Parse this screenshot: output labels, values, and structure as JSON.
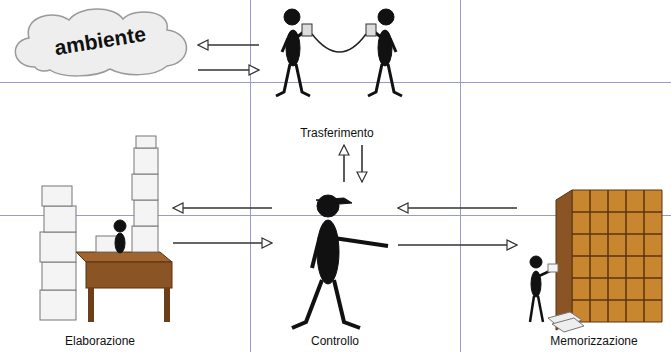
{
  "diagram": {
    "nodes": [
      {
        "text": [
          "ambiente"
        ]
      },
      {
        "text": [
          "Trasferimento"
        ]
      },
      {
        "text": [
          "Elaborazione"
        ]
      },
      {
        "text": [
          "Controllo"
        ]
      },
      {
        "text": [
          "Memorizzazione"
        ]
      }
    ],
    "edges": [
      {
        "from": 1,
        "to": 0,
        "arrow": "to"
      },
      {
        "from": 0,
        "to": 1,
        "arrow": "to"
      },
      {
        "from": 1,
        "to": 3,
        "arrow": "to"
      },
      {
        "from": 3,
        "to": 1,
        "arrow": "to"
      },
      {
        "from": 3,
        "to": 2,
        "arrow": "to"
      },
      {
        "from": 2,
        "to": 3,
        "arrow": "to"
      },
      {
        "from": 4,
        "to": 3,
        "arrow": "to"
      },
      {
        "from": 3,
        "to": 4,
        "arrow": "to"
      }
    ]
  }
}
